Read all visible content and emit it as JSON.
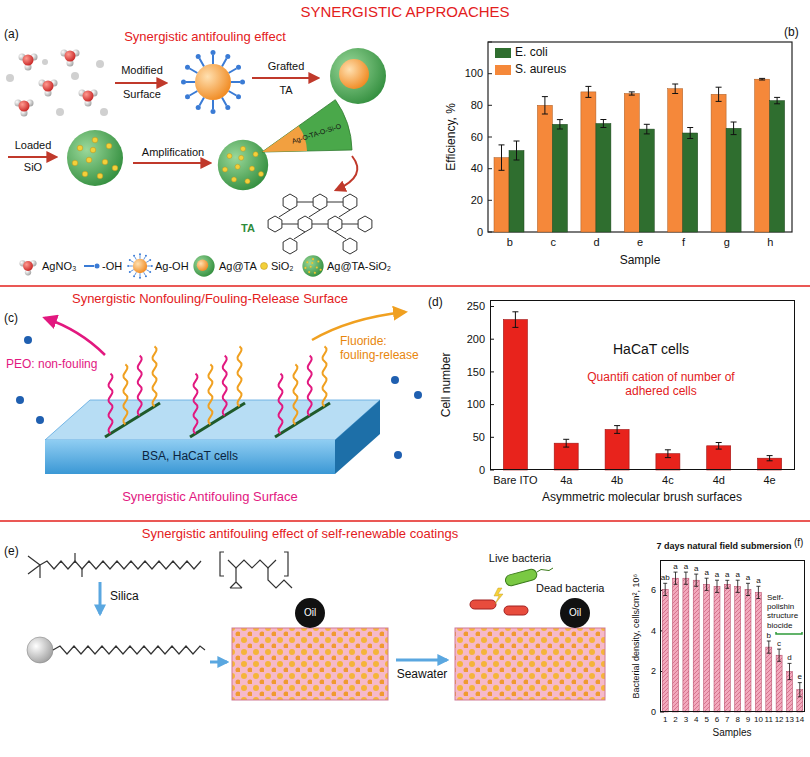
{
  "diagram": {
    "title": "SYNERGISTIC APPROACHES",
    "nodes": [
      {
        "text": [
          "BSA, HaCaT cells"
        ]
      },
      {
        "text": [
          "HaCaT cells",
          "Quantifi cation of number of adhered cells"
        ]
      },
      {
        "text": [
          "Oil"
        ]
      },
      {
        "text": [
          "Oil"
        ]
      },
      {
        "text": [
          "Self-polishin structure biocide"
        ]
      }
    ],
    "labels": [
      "(a)",
      "Synergistic antifouling effect",
      "Modified",
      "Surface",
      "Grafted",
      "TA",
      "Loaded",
      "SiO",
      "Amplification",
      "Ag-O-TA-O-Si-O",
      "TA",
      "(b)",
      "0",
      "20",
      "40",
      "60",
      "80",
      "100",
      "Efficiency, %",
      "b",
      "c",
      "d",
      "e",
      "f",
      "g",
      "h",
      "Sample",
      "Synergistic Nonfouling/Fouling-Release Surface",
      "(c)",
      "PEO: non-fouling",
      "Fluoride: fouling-release",
      "Synergistic Antifouling Surface",
      "(d)",
      "0",
      "50",
      "100",
      "150",
      "200",
      "250",
      "Cell number",
      "Bare ITO",
      "4a",
      "4b",
      "4c",
      "4d",
      "4e",
      "Asymmetric molecular brush surfaces",
      "Synergistic antifouling effect of self-renewable coatings",
      "(e)",
      "Silica",
      "Seawater",
      "Live bacteria",
      "Dead bacteria",
      "(f)",
      "7 days natural field submersion",
      "0",
      "2",
      "4",
      "6",
      "Bacterial density, cells/cm², 10⁶",
      "1",
      "2",
      "3",
      "4",
      "5",
      "6",
      "7",
      "8",
      "9",
      "10",
      "11",
      "12",
      "13",
      "14",
      "Samples",
      "ab",
      "a",
      "a",
      "a",
      "a",
      "a",
      "a",
      "a",
      "a",
      "a",
      "b",
      "c",
      "d",
      "e"
    ],
    "legend": [
      {
        "text": "AgNO₃"
      },
      {
        "text": "-OH"
      },
      {
        "text": "Ag-OH"
      },
      {
        "text": "Ag@TA"
      },
      {
        "text": "SiO₂"
      },
      {
        "text": "Ag@TA-SiO₂"
      },
      {
        "text": "E. coli",
        "color": "#2f6e2f"
      },
      {
        "text": "S. aureus",
        "color": "#f5883a"
      }
    ]
  }
}
